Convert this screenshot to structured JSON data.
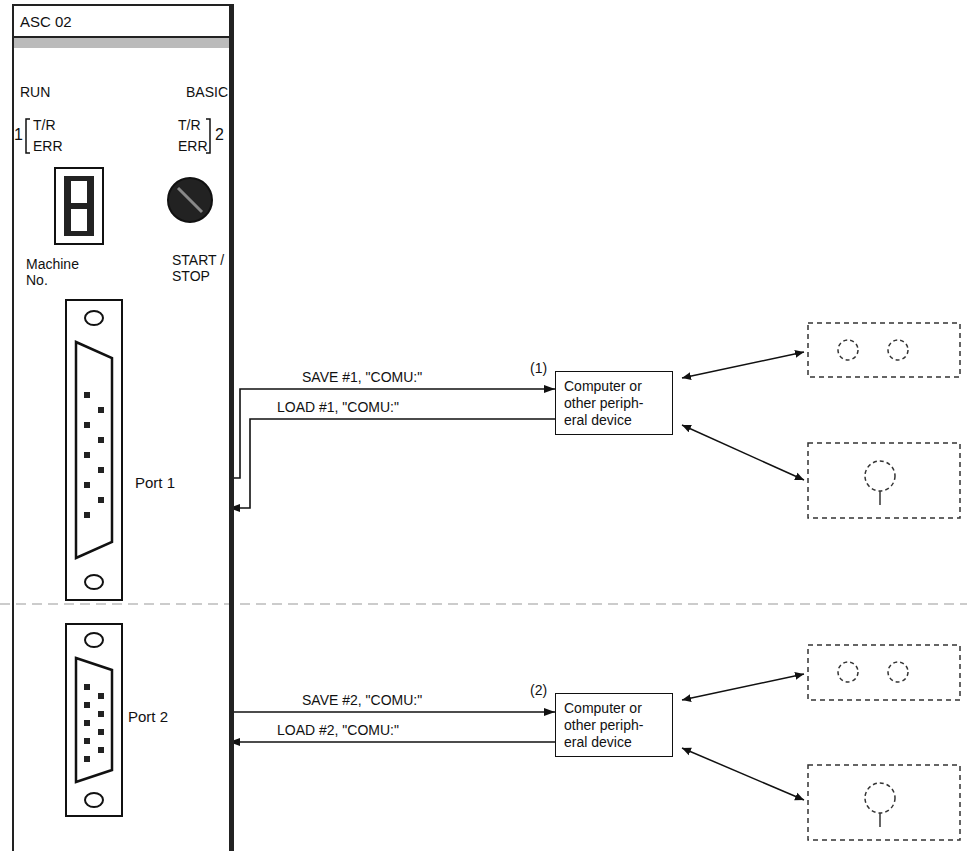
{
  "diagram": {
    "nodes": [
      {
        "text": [
          "ASC 02"
        ]
      },
      {
        "text": [
          "Port 1"
        ],
        "in": 0
      },
      {
        "text": [
          "Port 2"
        ],
        "in": 0
      },
      {
        "text": [
          "Computer or other periph- eral device"
        ]
      },
      {
        "text": [
          "Computer or other periph- eral device"
        ]
      }
    ],
    "edges": [
      {
        "from": 1,
        "to": 3,
        "arrow": "to",
        "label": "SAVE #1, \"COMU:\""
      },
      {
        "from": 3,
        "to": 1,
        "arrow": "to",
        "label": "LOAD #1, \"COMU:\""
      },
      {
        "from": 2,
        "to": 4,
        "arrow": "to",
        "label": "SAVE #2, \"COMU:\""
      },
      {
        "from": 4,
        "to": 2,
        "arrow": "to",
        "label": "LOAD #2, \"COMU:\""
      }
    ],
    "labels": [
      "RUN",
      "BASIC",
      "1",
      "T/R",
      "ERR",
      "T/R",
      "ERR",
      "2",
      "START / STOP",
      "Machine No.",
      "(1)",
      "(2)"
    ]
  }
}
